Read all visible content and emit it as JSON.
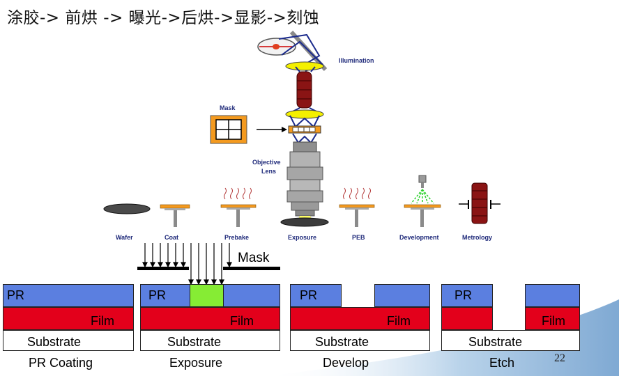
{
  "title": "涂胶-> 前烘 -> 曝光->后烘->显影->刻蚀",
  "tool_labels": {
    "illumination": "Illumination",
    "mask": "Mask",
    "objective_line1": "Objective",
    "objective_line2": "Lens",
    "wafer": "Wafer",
    "coat": "Coat",
    "prebake": "Prebake",
    "exposure": "Exposure",
    "peb": "PEB",
    "development": "Development",
    "metrology": "Metrology"
  },
  "mask_label": "Mask",
  "layers": {
    "pr": "PR",
    "film": "Film",
    "substrate": "Substrate"
  },
  "steps": [
    "PR Coating",
    "Exposure",
    "Develop",
    "Etch"
  ],
  "page_number": "22",
  "colors": {
    "pr": "#5b7fe0",
    "film": "#e3001b",
    "exposed_pr": "#86ec34",
    "lens": "#f4f000",
    "column": "#8a1414",
    "mask_frame": "#f49a1f",
    "label_text": "#1f2a7a"
  }
}
